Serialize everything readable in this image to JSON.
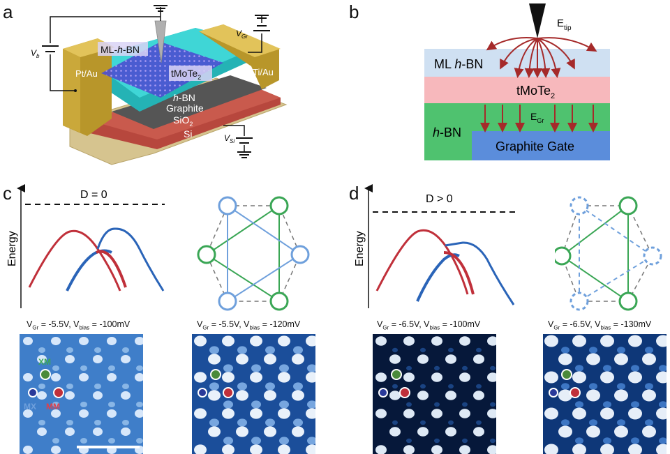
{
  "panels": {
    "a": {
      "label": "a",
      "layers": {
        "ml_hbn": "ML-h-BN",
        "ml_hbn_prefix": "ML-",
        "ml_hbn_h": "h",
        "ml_hbn_suffix": "-BN",
        "tmote2": "tMoTe",
        "tmote2_sub": "2",
        "hbn_h": "h",
        "hbn_suffix": "-BN",
        "graphite": "Graphite",
        "sio2": "SiO",
        "sio2_sub": "2",
        "si": "Si",
        "pt_au": "Pt/Au",
        "ti_au": "Ti/Au"
      },
      "voltages": {
        "vb": "V",
        "vb_sub": "b",
        "vgr": "V",
        "vgr_sub": "Gr",
        "vsi": "V",
        "vsi_sub": "Si"
      }
    },
    "b": {
      "label": "b",
      "e_tip": "E",
      "e_tip_sub": "tip",
      "ml_hbn_prefix": "ML ",
      "ml_hbn_h": "h",
      "ml_hbn_suffix": "-BN",
      "tmote2": "tMoTe",
      "tmote2_sub": "2",
      "e_gr": "E",
      "e_gr_sub": "Gr",
      "hbn_h": "h",
      "hbn_suffix": "-BN",
      "graphite_gate": "Graphite Gate",
      "colors": {
        "hbn_top": "#cfe0f2",
        "tmote2": "#f7b8bc",
        "hbn": "#4fc26f",
        "gate": "#5b8ddb",
        "field": "#a52a2a"
      }
    },
    "c": {
      "label": "c",
      "condition": "D = 0",
      "energy_label": "Energy",
      "captions": [
        {
          "vgr": "-5.5V",
          "vbias": "-100mV"
        },
        {
          "vgr": "-5.5V",
          "vbias": "-120mV"
        }
      ],
      "markers": {
        "xm": "XM",
        "mx": "MX",
        "mm": "MM"
      }
    },
    "d": {
      "label": "d",
      "condition": "D > 0",
      "energy_label": "Energy",
      "captions": [
        {
          "vgr": "-6.5V",
          "vbias": "-100mV"
        },
        {
          "vgr": "-6.5V",
          "vbias": "-130mV"
        }
      ]
    },
    "caption_parts": {
      "vgr_prefix": "V",
      "vgr_sub": "Gr",
      "eq": " = ",
      "sep": ", ",
      "vbias_prefix": "V",
      "vbias_sub": "bias"
    },
    "colors": {
      "red_band": "#c0303a",
      "blue_band": "#2a64b8",
      "green_site": "#3aa655",
      "blue_site": "#6fa0dc"
    }
  }
}
